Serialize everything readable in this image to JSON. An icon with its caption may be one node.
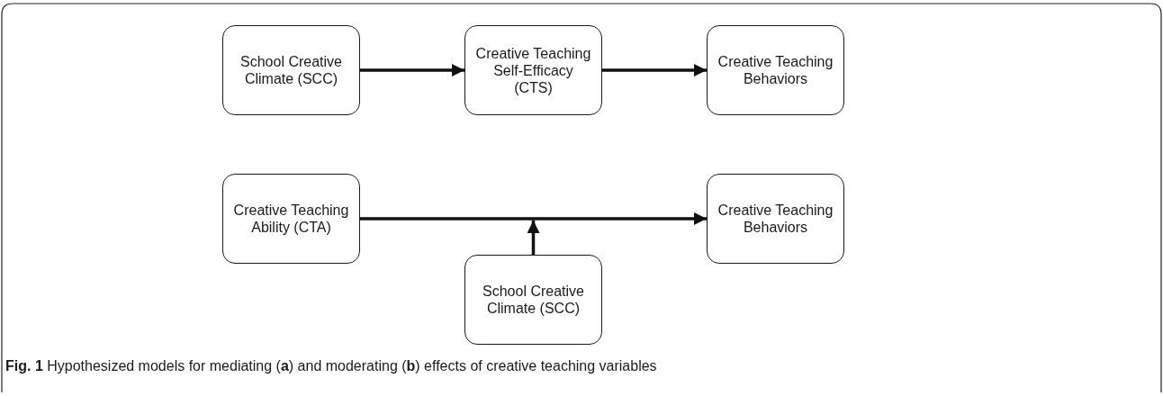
{
  "diagram": {
    "caption": "**Fig. 1** Hypothesized models for mediating (**a**) and moderating (**b**) effects of creative teaching variables",
    "nodes": [
      {
        "text": [
          "School Creative Climate (SCC)"
        ]
      },
      {
        "text": [
          "Creative Teaching Self-Efficacy (CTS)"
        ]
      },
      {
        "text": [
          "Creative Teaching Behaviors"
        ]
      },
      {
        "text": [
          "Creative Teaching Ability (CTA)"
        ]
      },
      {
        "text": [
          "Creative Teaching Behaviors"
        ]
      },
      {
        "text": [
          "School Creative Climate (SCC)"
        ]
      }
    ],
    "edges": [
      {
        "from": 0,
        "to": 1,
        "arrow": "to"
      },
      {
        "from": 1,
        "to": 2,
        "arrow": "to"
      },
      {
        "from": 3,
        "to": 4,
        "arrow": "to"
      },
      {
        "from": 5,
        "to": null,
        "arrow": "to"
      }
    ]
  }
}
